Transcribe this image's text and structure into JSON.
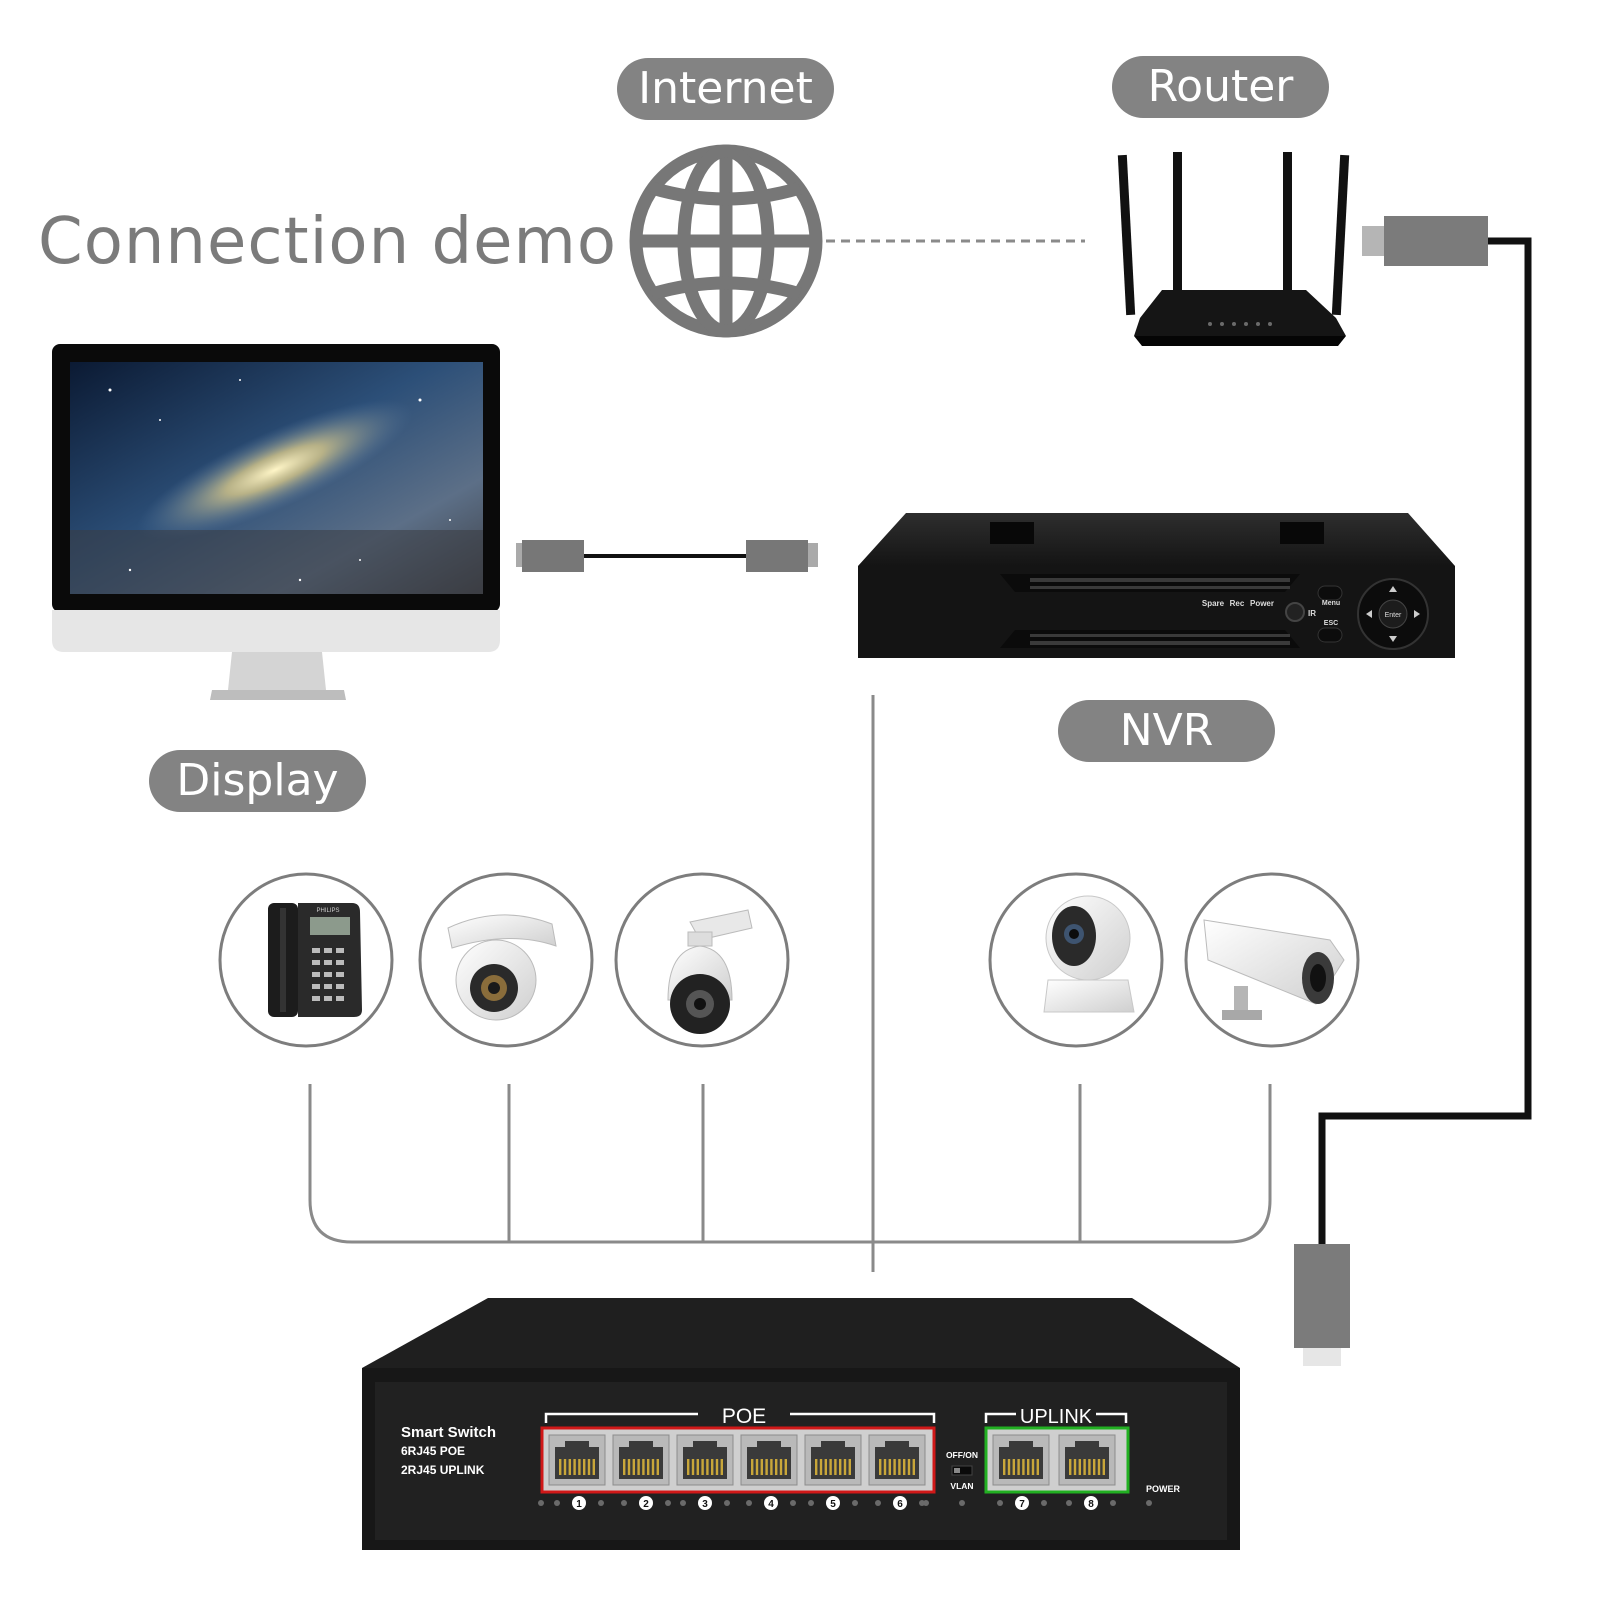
{
  "diagram": {
    "title": "Connection demo",
    "nodes": {
      "internet": {
        "label": "Internet",
        "icon": "globe-icon"
      },
      "router": {
        "label": "Router",
        "icon": "router-icon"
      },
      "display": {
        "label": "Display",
        "icon": "monitor-icon"
      },
      "nvr": {
        "label": "NVR",
        "icon": "nvr-icon",
        "front_labels": {
          "spare": "Spare",
          "rec": "Rec",
          "power": "Power",
          "ir": "IR",
          "menu": "Menu",
          "esc": "ESC",
          "enter": "Enter"
        }
      },
      "devices": [
        {
          "icon": "ip-phone-icon",
          "brand": "PHILIPS"
        },
        {
          "icon": "dome-camera-icon"
        },
        {
          "icon": "ptz-camera-icon"
        },
        {
          "icon": "indoor-camera-icon"
        },
        {
          "icon": "bullet-camera-icon"
        }
      ],
      "switch": {
        "icon": "poe-switch-icon",
        "label_lines": [
          "Smart Switch",
          "6RJ45 POE",
          "2RJ45 UPLINK"
        ],
        "poe_group_label": "POE",
        "uplink_group_label": "UPLINK",
        "vlan_top": "OFF/ON",
        "vlan_bottom": "VLAN",
        "power_label": "POWER",
        "port_numbers": [
          "1",
          "2",
          "3",
          "4",
          "5",
          "6",
          "7",
          "8"
        ]
      }
    },
    "colors": {
      "pill": "#838383",
      "title": "#7b7b7b",
      "line": "#8a8a8a",
      "cable": "#1a1a1a",
      "poe_box": "#d01818",
      "uplink_box": "#22b022",
      "device_dark": "#1b1b1b"
    }
  }
}
